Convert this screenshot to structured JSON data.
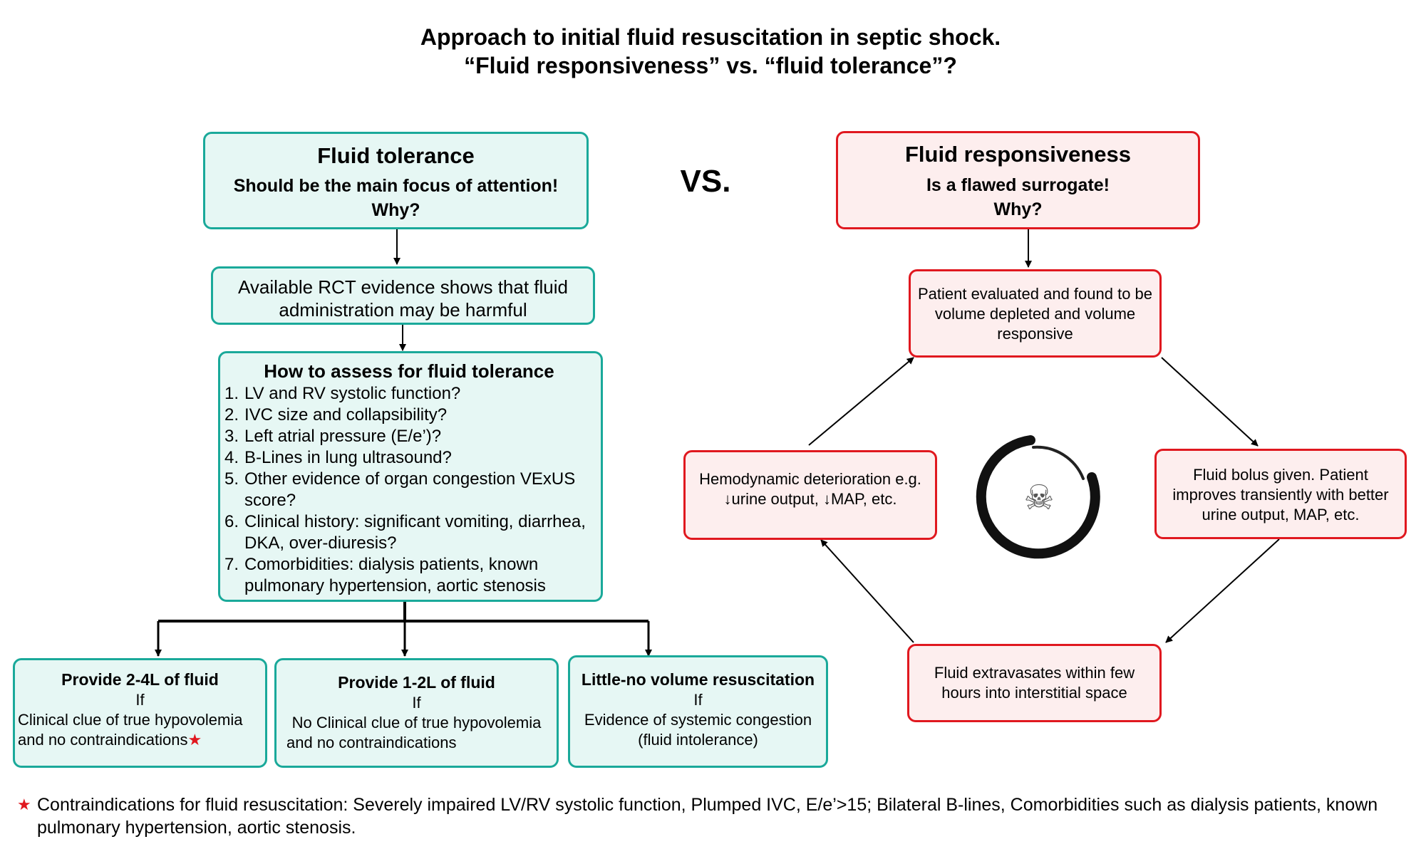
{
  "title": {
    "line1": "Approach to initial fluid resuscitation in septic shock.",
    "line2": "“Fluid responsiveness” vs. “fluid tolerance”?"
  },
  "vs_label": "VS.",
  "left": {
    "header": {
      "title": "Fluid tolerance",
      "subtitle": "Should be the main focus of attention!",
      "why": "Why?"
    },
    "evidence": "Available RCT evidence shows that fluid administration may be harmful",
    "assess": {
      "title": "How to assess for fluid tolerance",
      "items": [
        {
          "num": "1.",
          "text": "LV and RV systolic function?"
        },
        {
          "num": "2.",
          "text": "IVC size and collapsibility?"
        },
        {
          "num": "3.",
          "text": "Left atrial pressure (E/e’)?"
        },
        {
          "num": "4.",
          "text": "B-Lines in lung ultrasound?"
        },
        {
          "num": "5.",
          "text": "Other evidence of organ congestion VExUS score?"
        },
        {
          "num": "6.",
          "text": "Clinical history: significant vomiting, diarrhea, DKA, over-diuresis?"
        },
        {
          "num": "7.",
          "text": "Comorbidities: dialysis patients, known pulmonary hypertension, aortic stenosis"
        }
      ]
    },
    "outcomes": [
      {
        "title": "Provide 2-4L of  fluid",
        "if": "If",
        "line1": "Clinical clue of true hypovolemia",
        "line2": "and no contraindications"
      },
      {
        "title": "Provide 1-2L of fluid",
        "if": "If",
        "line1": "No Clinical clue of true hypovolemia",
        "line2": "and no contraindications"
      },
      {
        "title": "Little-no volume resuscitation",
        "if": "If",
        "line1": "Evidence of systemic congestion",
        "line2": "(fluid intolerance)"
      }
    ]
  },
  "right": {
    "header": {
      "title": "Fluid responsiveness",
      "subtitle": "Is a flawed surrogate!",
      "why": "Why?"
    },
    "cycle": {
      "top": "Patient evaluated and found to be volume depleted and volume responsive",
      "right": "Fluid bolus given. Patient improves transiently with better urine output, MAP, etc.",
      "bottom": "Fluid extravasates within few hours into interstitial space",
      "left": "Hemodynamic deterioration e.g. ↓urine output, ↓MAP, etc.",
      "center_icon": "skull-and-crossbones-icon"
    }
  },
  "footnote": {
    "star": "★",
    "text": "Contraindications for fluid resuscitation: Severely impaired LV/RV systolic function, Plumped IVC, E/e’>15; Bilateral B-lines, Comorbidities such as dialysis patients, known pulmonary hypertension, aortic stenosis."
  },
  "colors": {
    "green_border": "#1aa99a",
    "green_fill": "#e6f7f4",
    "red_border": "#e0181f",
    "red_fill": "#fdeeee"
  }
}
